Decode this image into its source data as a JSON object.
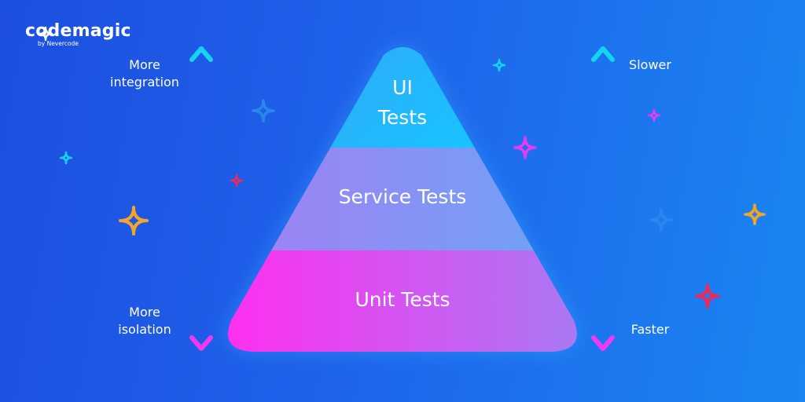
{
  "logo": {
    "name": "codemagic",
    "tagline": "by Nevercode"
  },
  "left_axis": {
    "top_label": "More\nintegration",
    "bottom_label": "More\nisolation"
  },
  "right_axis": {
    "top_label": "Slower",
    "bottom_label": "Faster"
  },
  "pyramid": {
    "tiers": [
      {
        "label_line1": "UI",
        "label_line2": "Tests",
        "color": "#14c3ff"
      },
      {
        "label": "Service Tests",
        "color": "#8f8cf6"
      },
      {
        "label": "Unit Tests",
        "color": "#e33df4"
      }
    ]
  },
  "colors": {
    "background_left": "#1c4fe0",
    "background_right": "#1a86f2",
    "arrow_top": "#14d4f4",
    "arrow_bottom": "#f03af2",
    "sparkle_yellow": "#f4a42a",
    "sparkle_red": "#ea2a5e",
    "sparkle_magenta": "#e33df4",
    "sparkle_blue": "#2a86ea",
    "sparkle_cyan": "#15d0f2"
  }
}
